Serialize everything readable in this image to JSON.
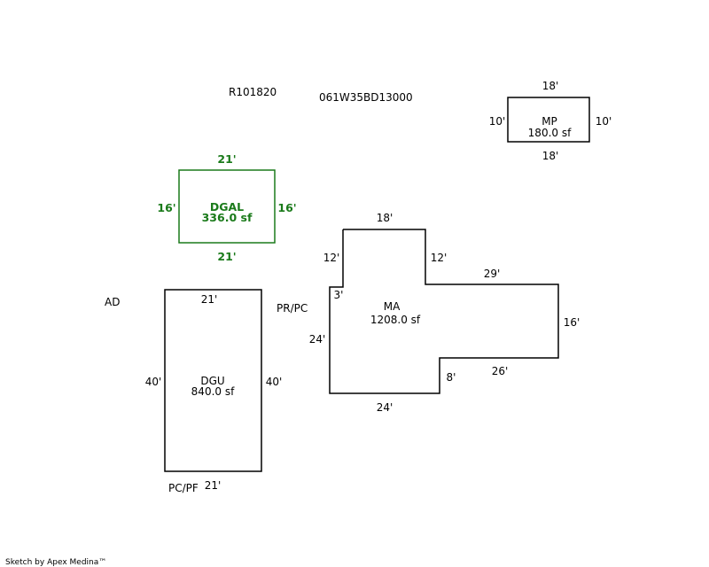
{
  "header": {
    "account": "R101820",
    "parcel": "061W35BD13000"
  },
  "colors": {
    "line": "#000000",
    "highlight": "#1a7a1a",
    "background": "#ffffff"
  },
  "areas": {
    "mp": {
      "code": "MP",
      "area": "180.0 sf",
      "dims": {
        "top": "18'",
        "bottom": "18'",
        "left": "10'",
        "right": "10'"
      }
    },
    "dgal": {
      "code": "DGAL",
      "area": "336.0 sf",
      "dims": {
        "top": "21'",
        "bottom": "21'",
        "left": "16'",
        "right": "16'"
      }
    },
    "dgu": {
      "code": "DGU",
      "area": "840.0 sf",
      "dims": {
        "top": "21'",
        "bottom": "21'",
        "left": "40'",
        "right": "40'"
      }
    },
    "ma": {
      "code": "MA",
      "area": "1208.0 sf",
      "dims": {
        "top": "18'",
        "left_upper": "12'",
        "right_upper": "12'",
        "right_top": "29'",
        "right": "16'",
        "right_bottom": "26'",
        "step": "8'",
        "bottom": "24'",
        "left": "24'",
        "notch": "3'"
      }
    }
  },
  "labels": {
    "ad": "AD",
    "pr_pc": "PR/PC",
    "pc_pf": "PC/PF"
  },
  "footer": {
    "credit": "Sketch by Apex Medina™"
  }
}
